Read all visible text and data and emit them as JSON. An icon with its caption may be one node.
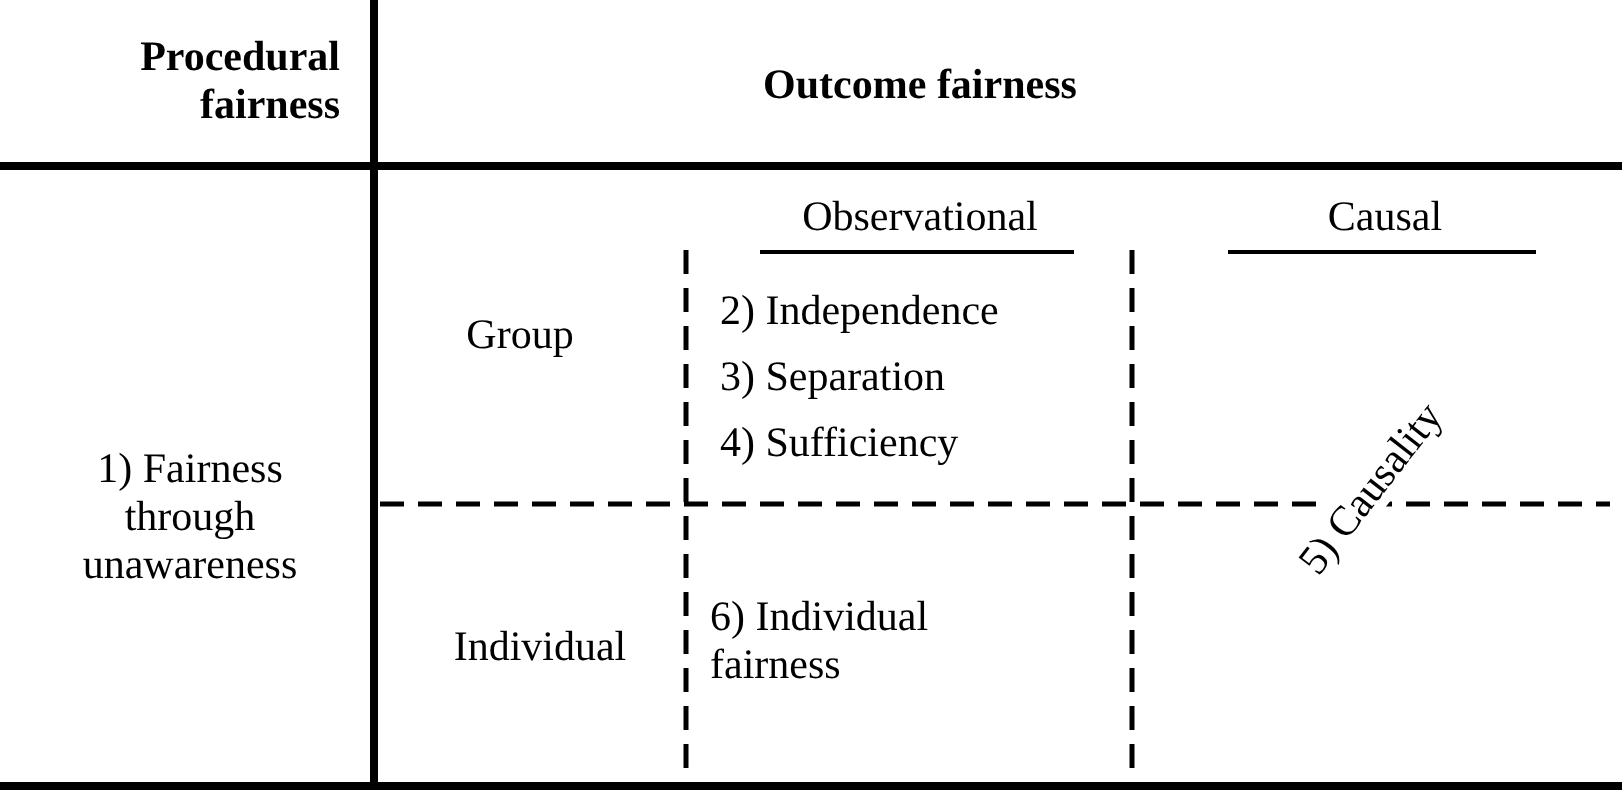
{
  "diagram": {
    "labels": [
      "Procedural fairness",
      "Outcome fairness",
      "Observational",
      "Causal",
      "Group",
      "2) Independence",
      "3) Separation",
      "4) Sufficiency",
      "1) Fairness through unawareness",
      "5) Causality",
      "Individual",
      "6) Individual fairness"
    ]
  }
}
